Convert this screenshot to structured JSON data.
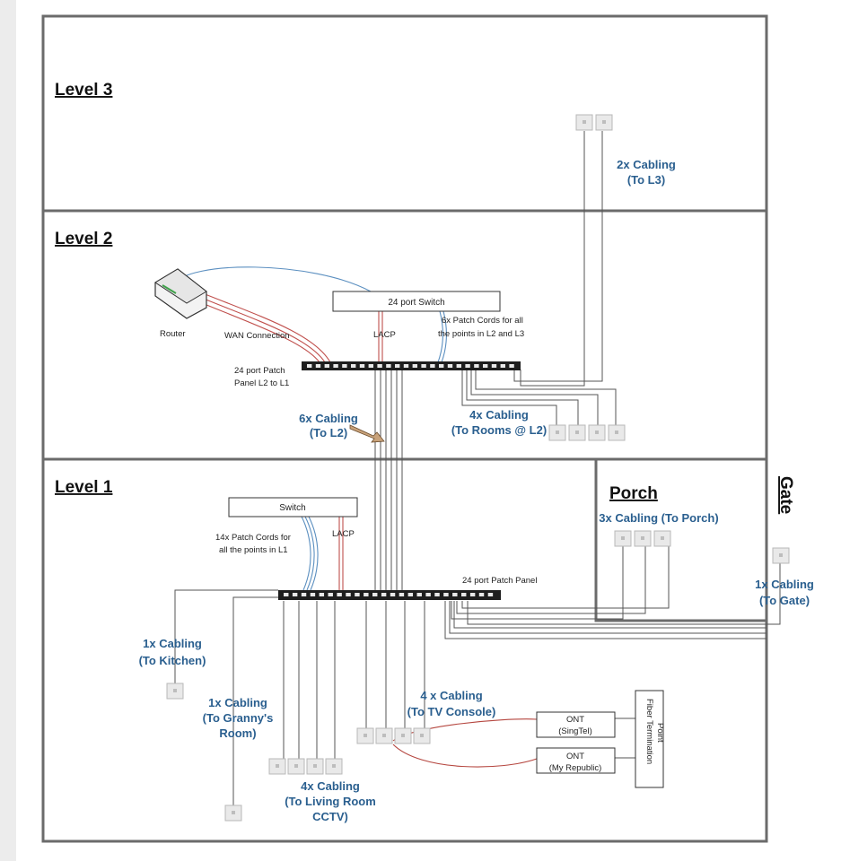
{
  "levels": {
    "level3": "Level 3",
    "level2": "Level 2",
    "level1": "Level 1",
    "porch": "Porch",
    "gate": "Gate"
  },
  "devices": {
    "router": "Router",
    "wan": "WAN Connection",
    "switch_l2": "24 port Switch",
    "lacp_l2": "LACP",
    "patch_l2_line1": "24 port Patch",
    "patch_l2_line2": "Panel L2 to L1",
    "patch_cords_l2_line1": "6x Patch Cords for all",
    "patch_cords_l2_line2": "the points in L2 and L3",
    "switch_l1": "Switch",
    "lacp_l1": "LACP",
    "patch_cords_l1_line1": "14x Patch Cords for",
    "patch_cords_l1_line2": "all the points in L1",
    "patch_l1": "24 port Patch Panel",
    "ont_singtel_line1": "ONT",
    "ont_singtel_line2": "(SingTel)",
    "ont_myrep_line1": "ONT",
    "ont_myrep_line2": "(My Republic)",
    "fiber_line1": "Fiber Termination",
    "fiber_line2": "Point"
  },
  "cabling": {
    "to_l3_line1": "2x Cabling",
    "to_l3_line2": "(To L3)",
    "to_l2_line1": "6x Cabling",
    "to_l2_line2": "(To L2)",
    "to_rooms_line1": "4x Cabling",
    "to_rooms_line2": "(To Rooms @ L2)",
    "to_porch": "3x Cabling (To Porch)",
    "to_gate_line1": "1x Cabling",
    "to_gate_line2": "(To Gate)",
    "to_kitchen_line1": "1x Cabling",
    "to_kitchen_line2": "(To Kitchen)",
    "to_granny_line1": "1x Cabling",
    "to_granny_line2": "(To Granny's",
    "to_granny_line3": "Room)",
    "to_tv_line1": "4 x Cabling",
    "to_tv_line2": "(To TV Console)",
    "to_living_line1": "4x Cabling",
    "to_living_line2": "(To Living Room",
    "to_living_line3": "CCTV)"
  },
  "colors": {
    "frame": "#6b6b6b",
    "cable_gray": "#555555",
    "cable_red": "#c0504d",
    "cable_blue": "#5b8fc0",
    "label_blue": "#2a5f8f",
    "ont_link": "#b5463f"
  }
}
